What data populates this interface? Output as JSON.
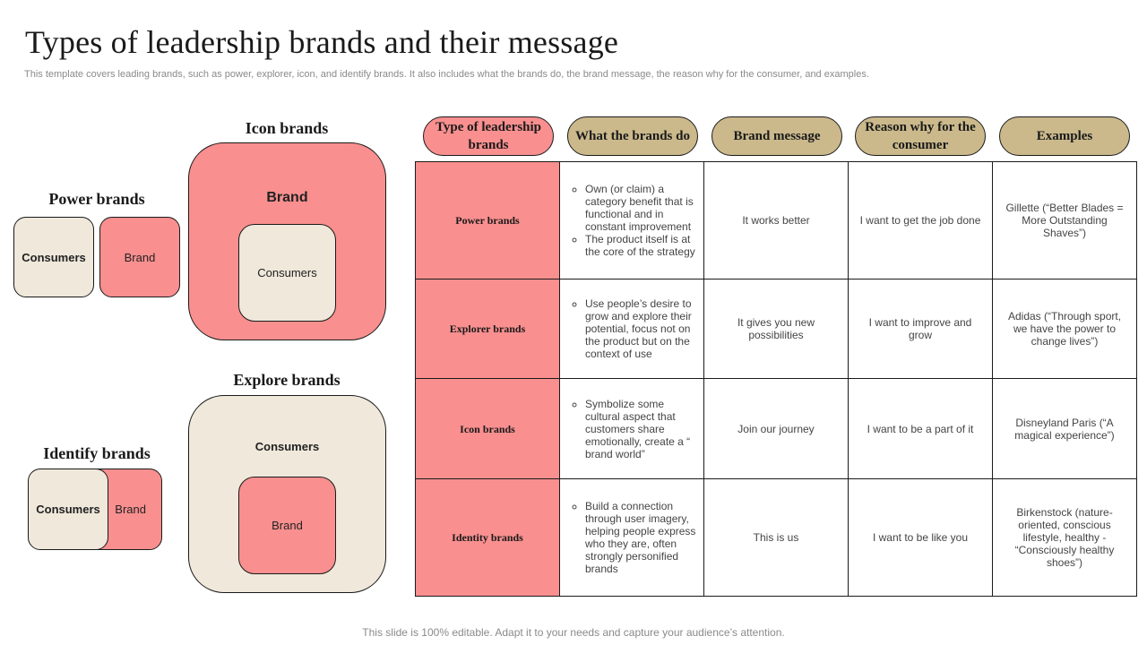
{
  "title": "Types of leadership brands and their message",
  "subtitle": "This template covers leading brands, such as power, explorer, icon, and identify brands. It also includes what the brands do, the brand message, the reason why for the consumer, and examples.",
  "diagrams": {
    "power": {
      "label": "Power brands",
      "consumers": "Consumers",
      "brand": "Brand"
    },
    "icon": {
      "label": "Icon brands",
      "brand": "Brand",
      "consumers": "Consumers"
    },
    "explore": {
      "label": "Explore brands",
      "consumers": "Consumers",
      "brand": "Brand"
    },
    "identify": {
      "label": "Identify brands",
      "consumers": "Consumers",
      "brand": "Brand"
    }
  },
  "table": {
    "headers": [
      "Type of leadership brands",
      "What the brands do",
      "Brand message",
      "Reason why for the consumer",
      "Examples"
    ],
    "rows": [
      {
        "type": "Power brands",
        "does": [
          "Own (or claim) a category benefit that is functional and in constant improvement",
          "The product itself is at the core of the strategy"
        ],
        "message": "It works better",
        "reason": "I want to get the job done",
        "example": "Gillette (“Better Blades = More Outstanding Shaves”)"
      },
      {
        "type": "Explorer brands",
        "does": [
          "Use people’s desire to grow and explore their potential, focus not on the product but on the context of use"
        ],
        "message": "It gives you new possibilities",
        "reason": "I want to improve and grow",
        "example": "Adidas (“Through sport, we have the power to change lives”)"
      },
      {
        "type": "Icon brands",
        "does": [
          "Symbolize some cultural aspect that customers share emotionally, create a “ brand world”"
        ],
        "message": "Join our journey",
        "reason": "I want to be a part of it",
        "example": "Disneyland Paris (“A magical experience”)"
      },
      {
        "type": "Identity brands",
        "does": [
          "Build a connection through user imagery, helping people express who they are, often strongly personified brands"
        ],
        "message": "This is us",
        "reason": "I want to be like you",
        "example": "Birkenstock (nature-oriented, conscious lifestyle, healthy - “Consciously healthy shoes”)"
      }
    ]
  },
  "footer": "This slide is 100% editable. Adapt it to your needs and capture your audience’s attention.",
  "colors": {
    "pink": "#f98f8f",
    "cream": "#efe8db",
    "tan": "#cbb98c"
  }
}
